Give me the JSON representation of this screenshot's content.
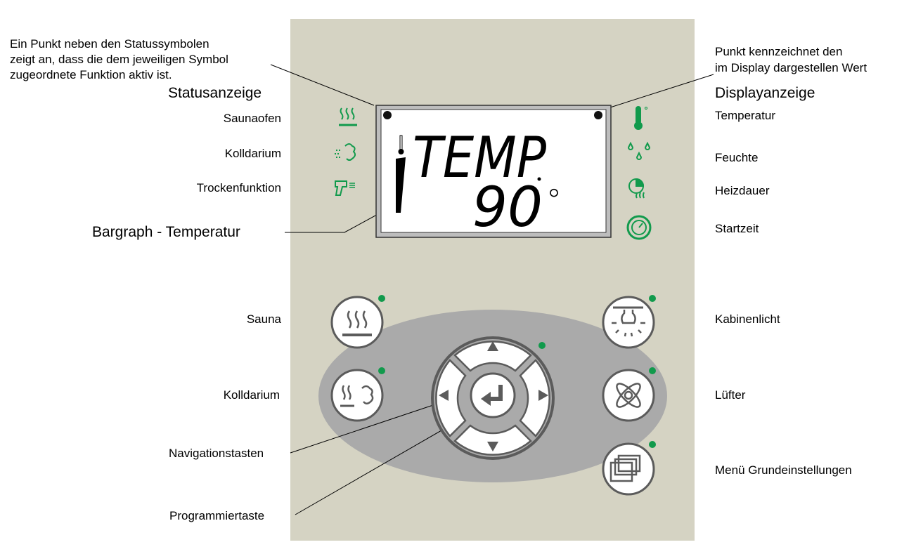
{
  "annotations": {
    "dot_note": [
      "Ein Punkt neben den Statussymbolen",
      "zeigt an, dass die dem jeweiligen Symbol",
      "zugeordnete Funktion aktiv ist."
    ],
    "value_note": [
      "Punkt kennzeichnet den",
      "im Display dargestellen Wert"
    ],
    "bargraph": "Bargraph - Temperatur",
    "navigation": "Navigationstasten",
    "program": "Programmiertaste"
  },
  "status": {
    "title": "Statusanzeige",
    "items": [
      {
        "label": "Saunaofen",
        "icon": "sauna-heat-icon"
      },
      {
        "label": "Kolldarium",
        "icon": "steam-icon"
      },
      {
        "label": "Trockenfunktion",
        "icon": "dryer-icon"
      }
    ]
  },
  "display_legend": {
    "title": "Displayanzeige",
    "items": [
      {
        "label": "Temperatur",
        "icon": "thermometer-icon"
      },
      {
        "label": "Feuchte",
        "icon": "humidity-drops-icon"
      },
      {
        "label": "Heizdauer",
        "icon": "heating-duration-icon"
      },
      {
        "label": "Startzeit",
        "icon": "start-time-clock-icon"
      }
    ]
  },
  "lcd": {
    "line1": "TEMP",
    "line2": "90",
    "unit": "°",
    "bargraph_level": 0.85
  },
  "buttons": {
    "sauna": "Sauna",
    "kolldarium": "Kolldarium",
    "light": "Kabinenlicht",
    "fan": "Lüfter",
    "menu": "Menü Grundeinstellungen"
  },
  "colors": {
    "panel": "#d5d3c3",
    "oval": "#aaaaaa",
    "accent": "#119a4c",
    "button": "#ffffff",
    "button_border": "#5b5b5b"
  }
}
